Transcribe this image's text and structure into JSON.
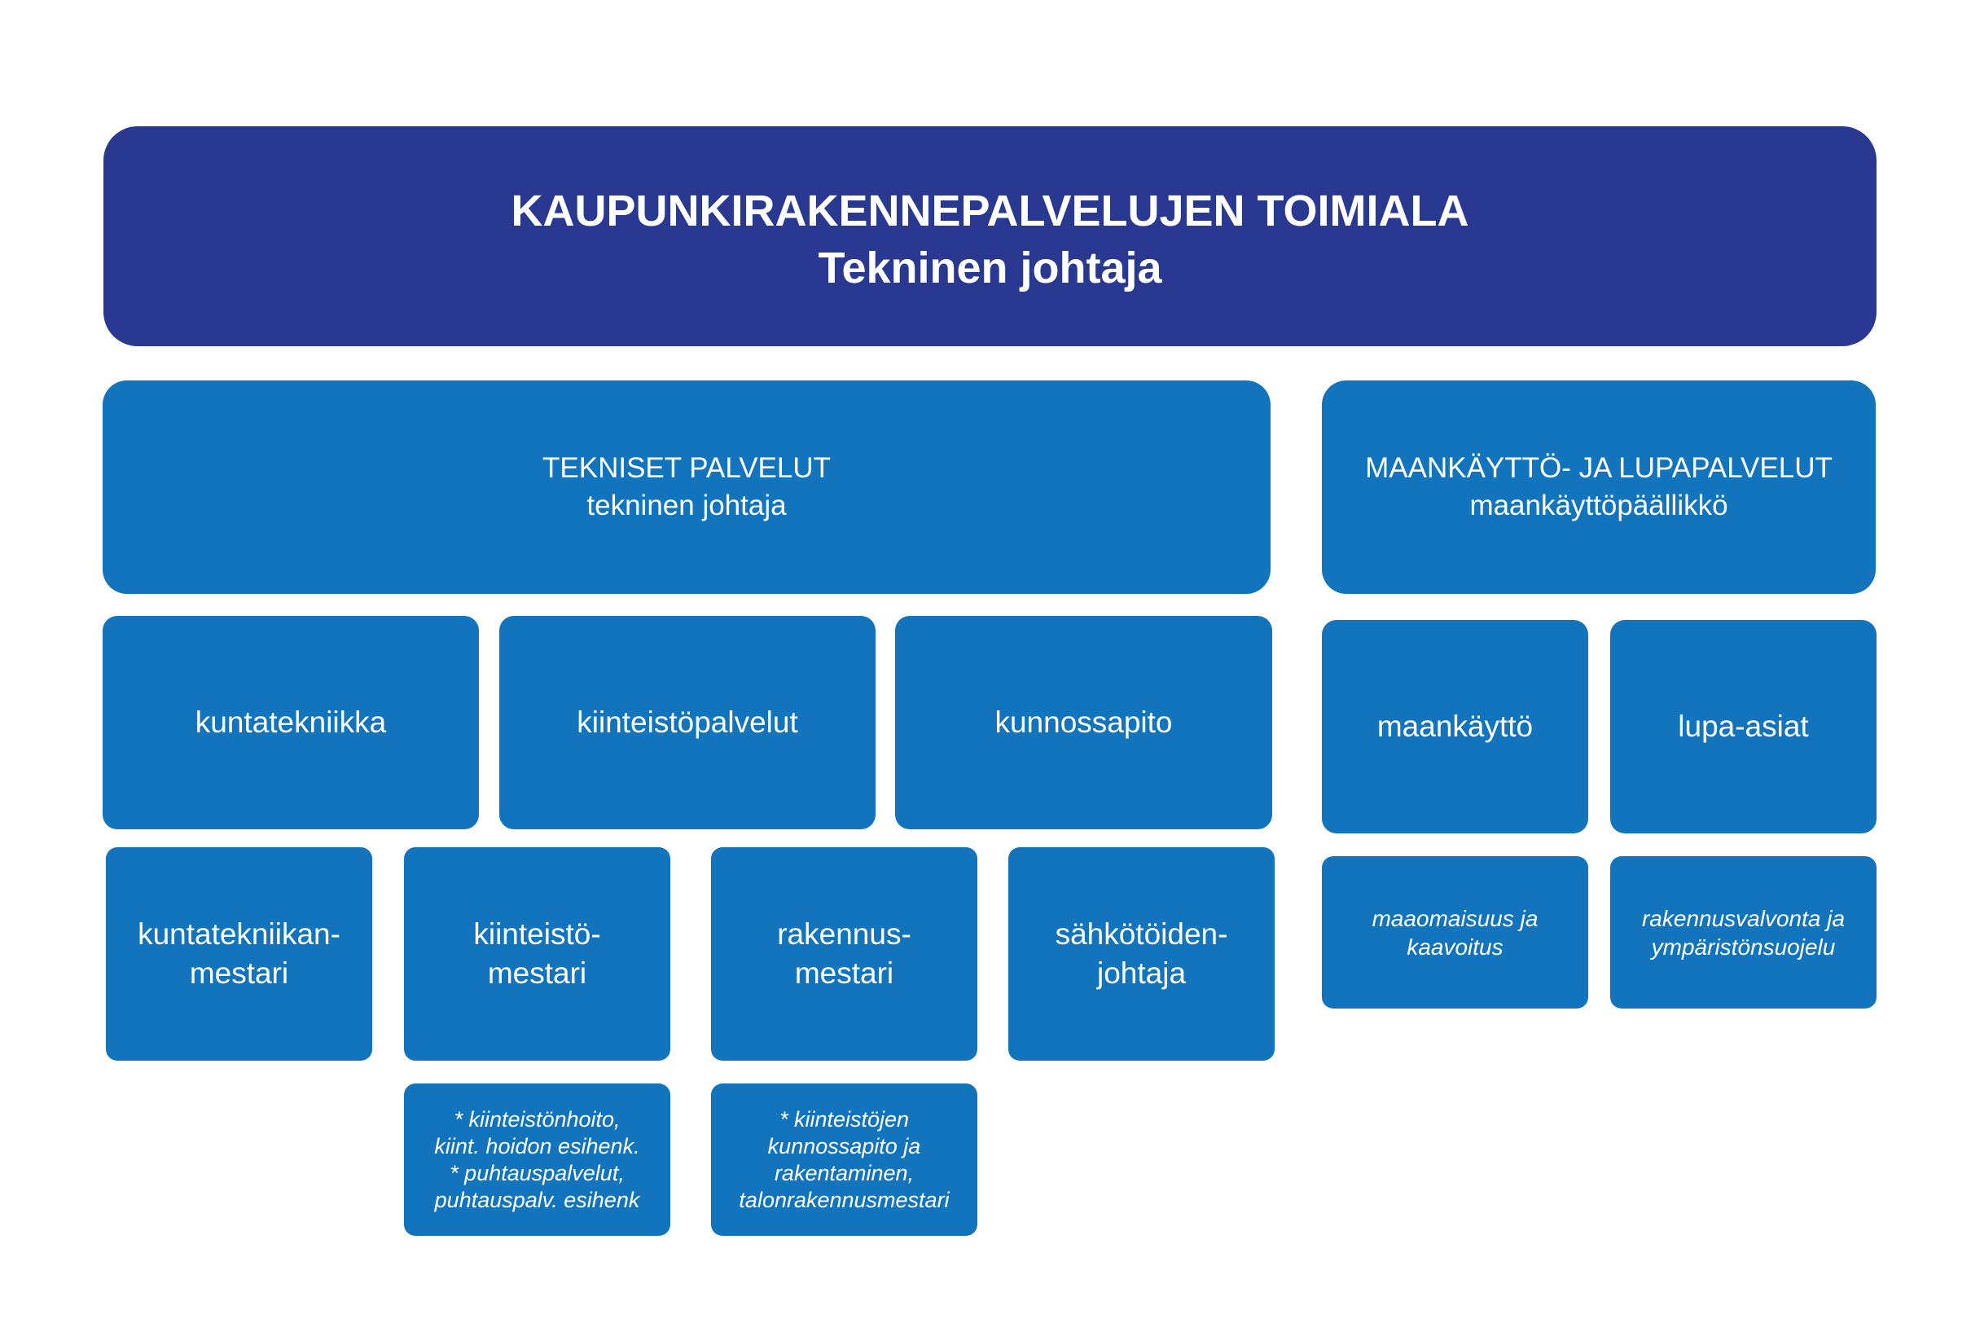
{
  "top": {
    "line1": "KAUPUNKIRAKENNEPALVELUJEN TOIMIALA",
    "line2": "Tekninen johtaja"
  },
  "divisions": [
    {
      "line1": "TEKNISET PALVELUT",
      "line2": "tekninen johtaja"
    },
    {
      "line1": "MAANKÄYTTÖ- JA LUPAPALVELUT",
      "line2": "maankäyttöpäällikkö"
    }
  ],
  "units": [
    {
      "label": "kuntatekniikka"
    },
    {
      "label": "kiinteistöpalvelut"
    },
    {
      "label": "kunnossapito"
    },
    {
      "label": "maankäyttö"
    },
    {
      "label": "lupa-asiat"
    }
  ],
  "roles": [
    {
      "line1": "kuntatekniikan-",
      "line2": "mestari"
    },
    {
      "line1": "kiinteistö-",
      "line2": "mestari"
    },
    {
      "line1": "rakennus-",
      "line2": "mestari"
    },
    {
      "line1": "sähkötöiden-",
      "line2": "johtaja"
    }
  ],
  "details": {
    "maaomaisuus": [
      "maaomaisuus ja",
      "kaavoitus"
    ],
    "rakennusvalvonta": [
      "rakennusvalvonta ja",
      "ympäristönsuojelu"
    ],
    "kiinteistomestari": [
      "* kiinteistönhoito,",
      "kiint. hoidon esihenk.",
      "* puhtauspalvelut,",
      "puhtauspalv. esihenk"
    ],
    "rakennusmestari": [
      "* kiinteistöjen",
      "kunnossapito ja",
      "rakentaminen,",
      "talonrakennusmestari"
    ]
  },
  "colors": {
    "top_box": "#293991",
    "boxes": "#1174bd",
    "text": "#ffffff"
  }
}
